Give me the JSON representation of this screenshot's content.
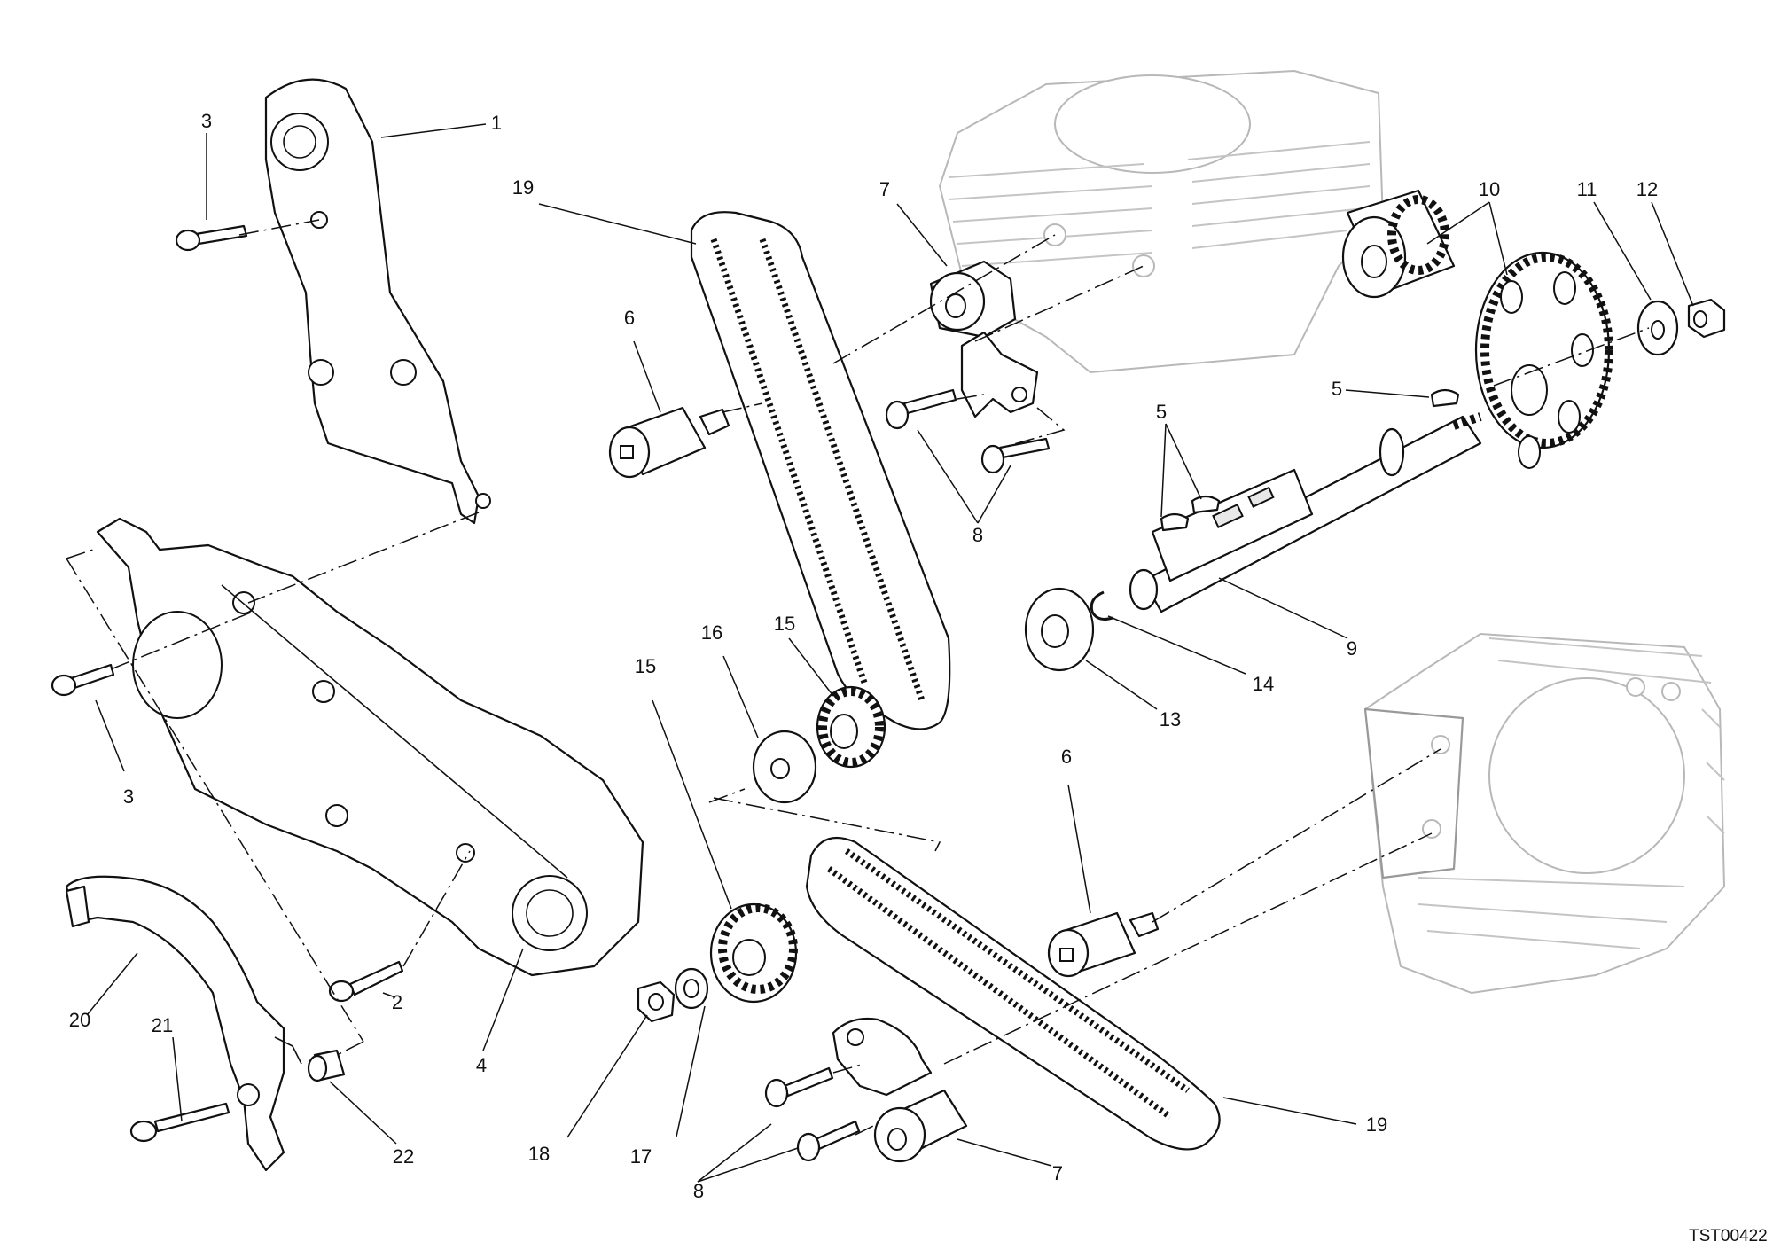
{
  "diagram": {
    "callouts": [
      "1",
      "2",
      "3",
      "3",
      "4",
      "5",
      "5",
      "6",
      "6",
      "7",
      "7",
      "8",
      "8",
      "9",
      "10",
      "11",
      "12",
      "13",
      "14",
      "15",
      "15",
      "16",
      "17",
      "18",
      "19",
      "19",
      "20",
      "21",
      "22"
    ],
    "drawing_code": "TST00422"
  }
}
